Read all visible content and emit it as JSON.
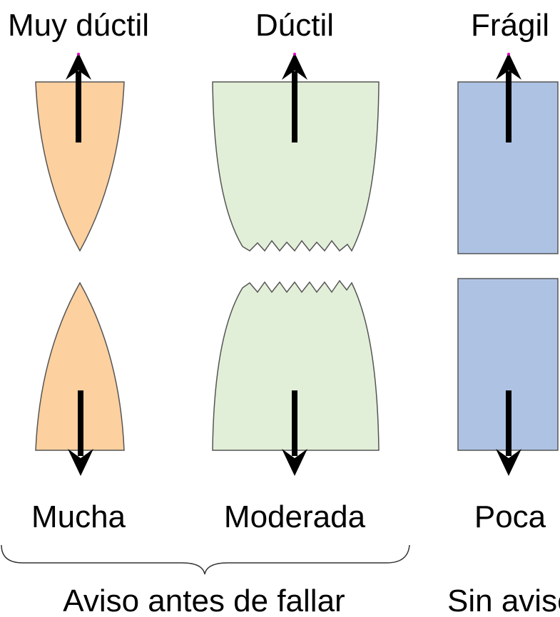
{
  "columns": [
    {
      "title": "Muy dúctil",
      "deformation": "Mucha",
      "fill": "#fdd09f"
    },
    {
      "title": "Dúctil",
      "deformation": "Moderada",
      "fill": "#e2efd8"
    },
    {
      "title": "Frágil",
      "deformation": "Poca",
      "fill": "#aec3e4"
    }
  ],
  "groups": {
    "warning": "Aviso antes de fallar",
    "no_warning": "Sin aviso"
  },
  "colors": {
    "outline": "#555555",
    "arrow": "#000000",
    "text": "#000000"
  }
}
